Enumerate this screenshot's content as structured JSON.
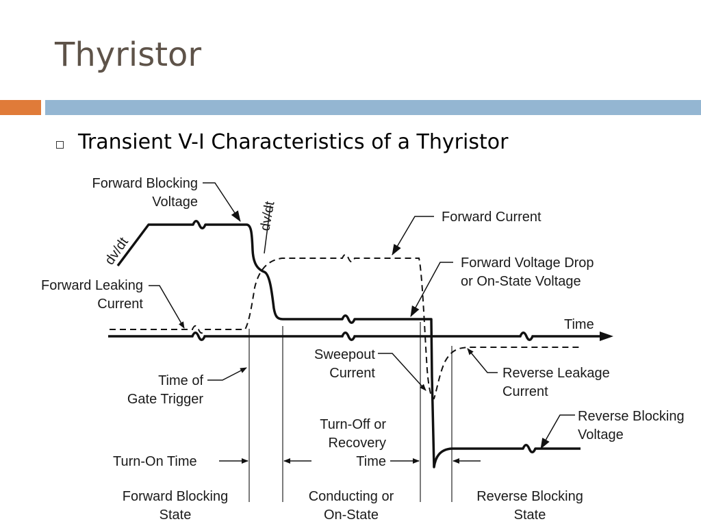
{
  "slide": {
    "title": "Thyristor",
    "bullet": "Transient V-I Characteristics of a Thyristor"
  },
  "colors": {
    "title": "#5e5349",
    "accent_orange": "#e07b39",
    "accent_blue": "#94b6d2"
  },
  "diagram": {
    "labels": {
      "forward_blocking_voltage_1": "Forward Blocking",
      "forward_blocking_voltage_2": "Voltage",
      "dvdt_left": "dv/dt",
      "dvdt_right": "dv/dt",
      "forward_current": "Forward Current",
      "forward_voltage_drop_1": "Forward Voltage Drop",
      "forward_voltage_drop_2": "or On-State Voltage",
      "forward_leaking_current_1": "Forward Leaking",
      "forward_leaking_current_2": "Current",
      "time_axis": "Time",
      "sweepout_current_1": "Sweepout",
      "sweepout_current_2": "Current",
      "time_of_gate_trigger_1": "Time of",
      "time_of_gate_trigger_2": "Gate Trigger",
      "reverse_leakage_current_1": "Reverse Leakage",
      "reverse_leakage_current_2": "Current",
      "turn_off_time_1": "Turn-Off or",
      "turn_off_time_2": "Recovery",
      "turn_off_time_3": "Time",
      "reverse_blocking_voltage_1": "Reverse Blocking",
      "reverse_blocking_voltage_2": "Voltage",
      "turn_on_time": "Turn-On Time",
      "state_forward_blocking_1": "Forward Blocking",
      "state_forward_blocking_2": "State",
      "state_conducting_1": "Conducting or",
      "state_conducting_2": "On-State",
      "state_reverse_blocking_1": "Reverse Blocking",
      "state_reverse_blocking_2": "State"
    }
  }
}
